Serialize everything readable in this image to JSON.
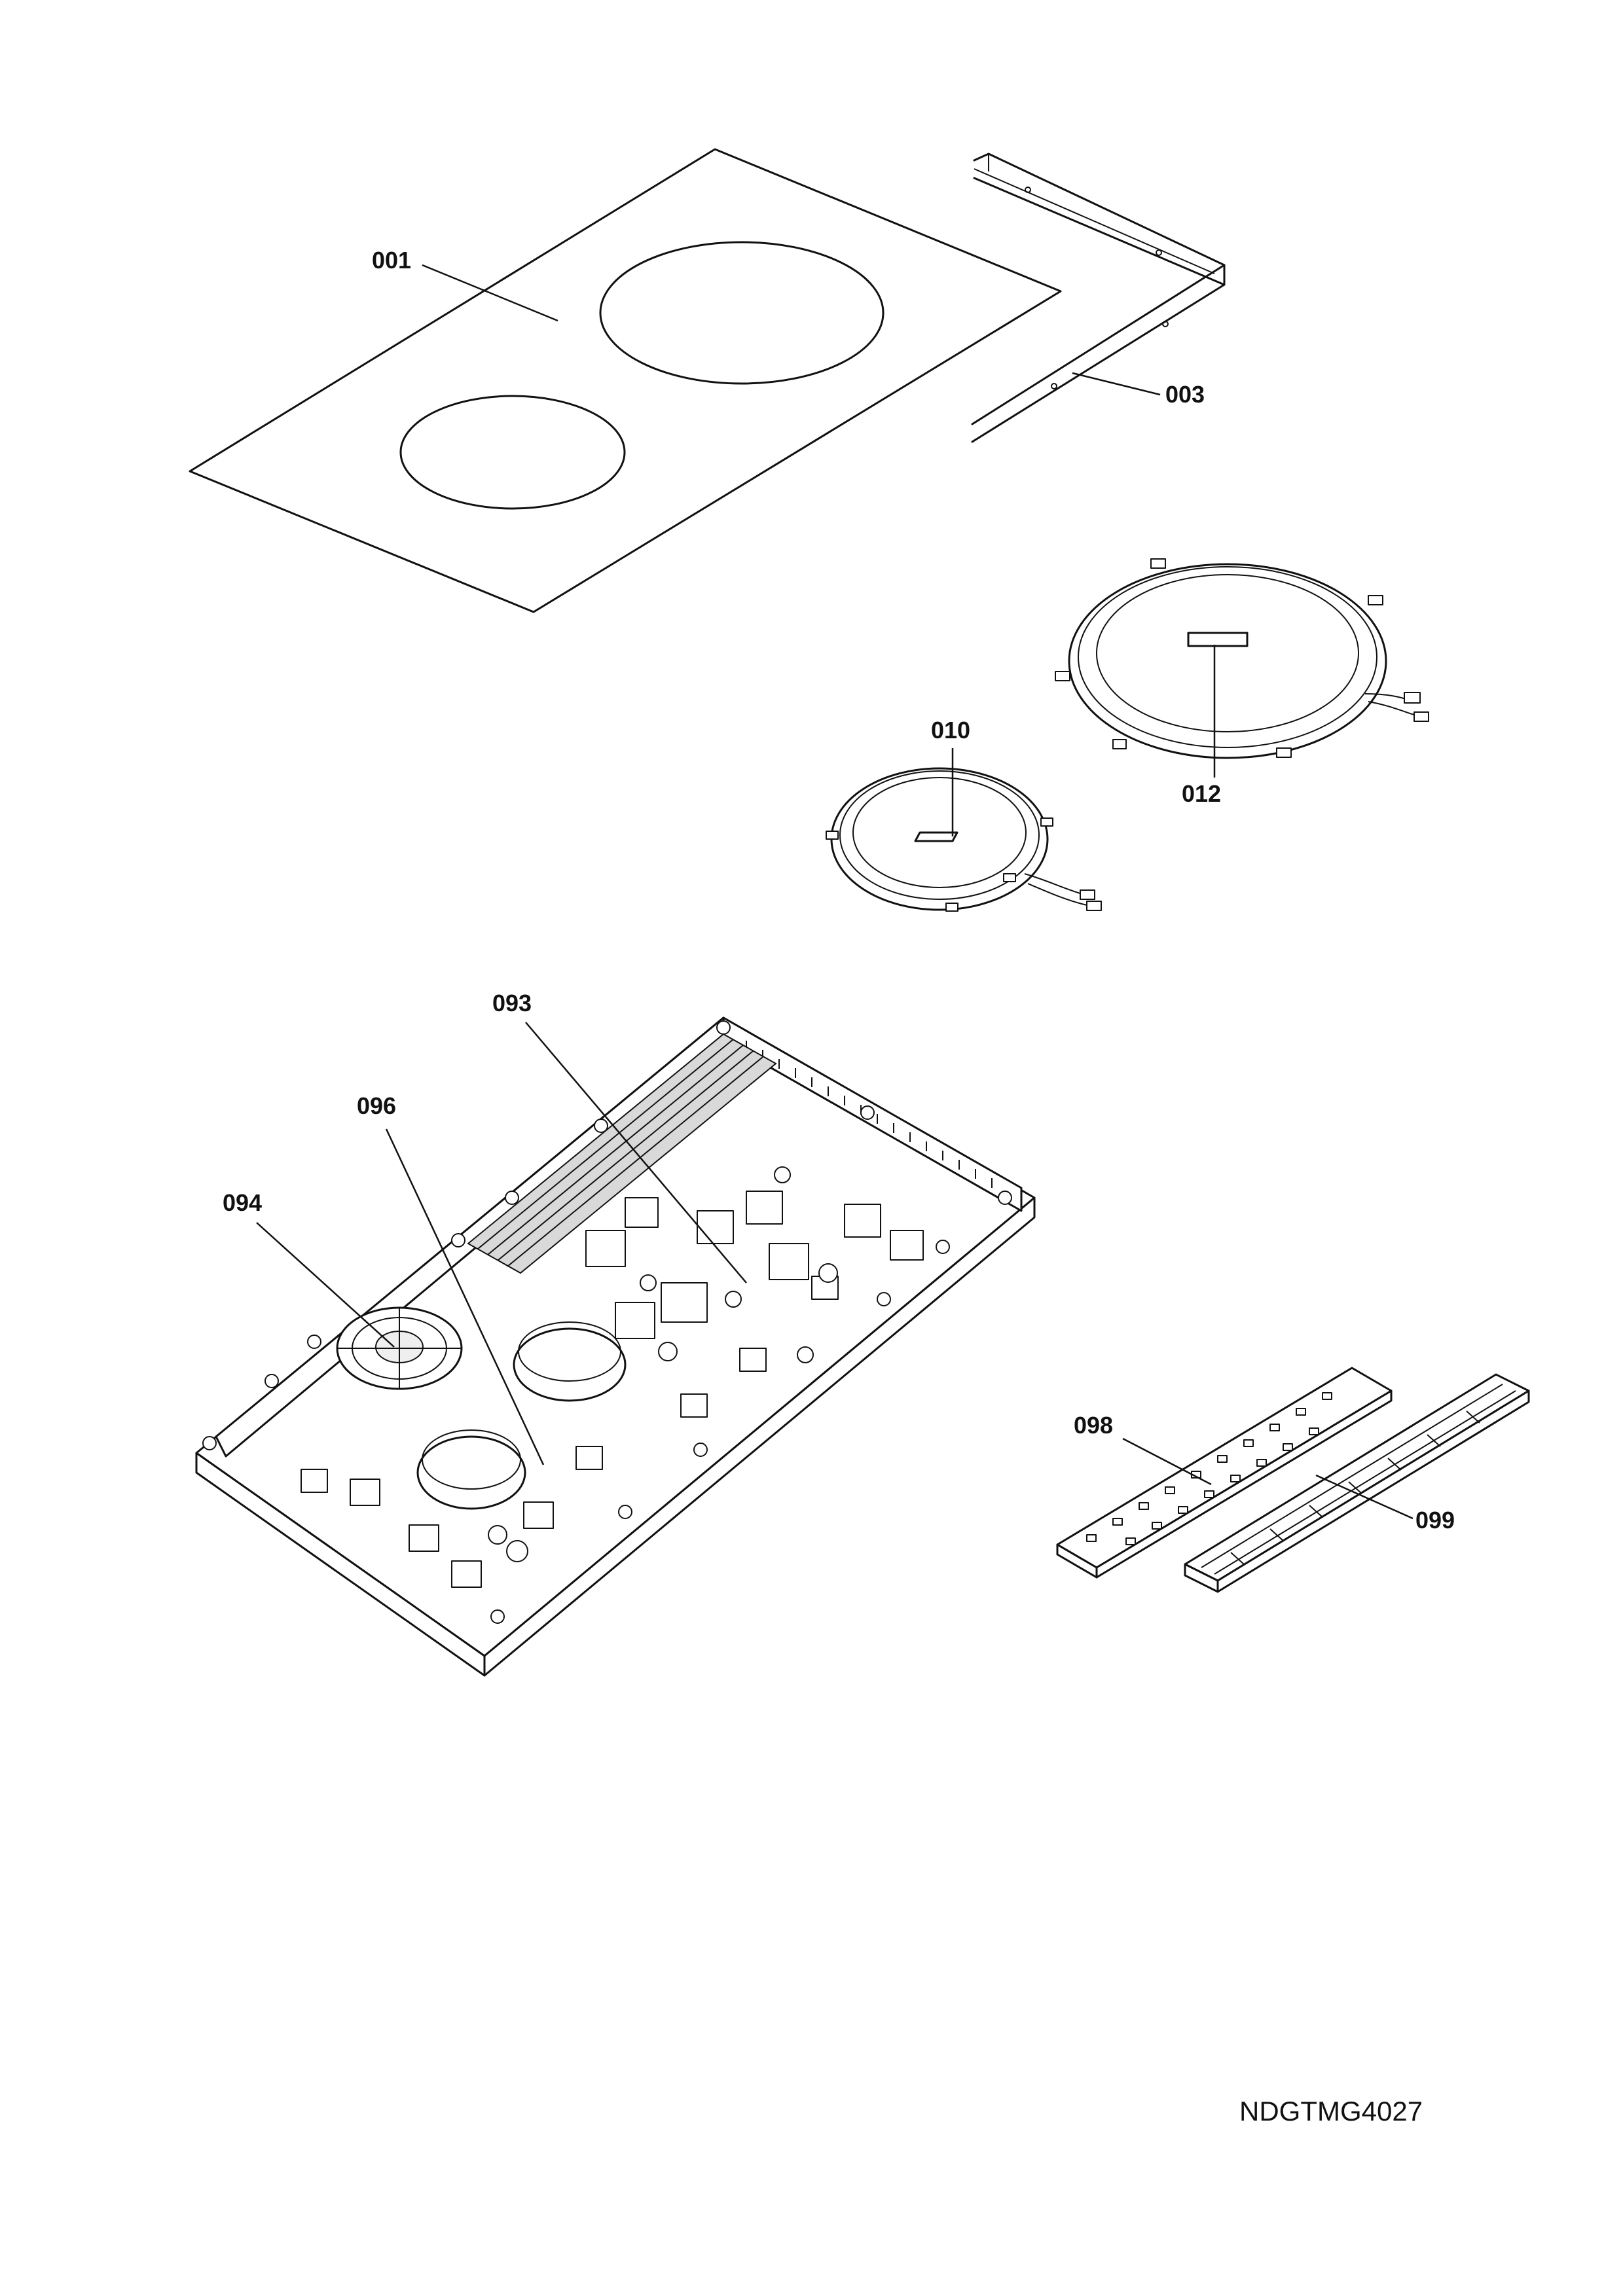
{
  "diagram": {
    "parts": [
      {
        "key": "glass_top",
        "label": "001"
      },
      {
        "key": "frame",
        "label": "003"
      },
      {
        "key": "small_coil",
        "label": "010"
      },
      {
        "key": "large_coil",
        "label": "012"
      },
      {
        "key": "power_board",
        "label": "093"
      },
      {
        "key": "fan",
        "label": "094"
      },
      {
        "key": "board_component",
        "label": "096"
      },
      {
        "key": "control_board",
        "label": "098"
      },
      {
        "key": "control_cover",
        "label": "099"
      }
    ],
    "drawing_code": "NDGTMG4027"
  }
}
